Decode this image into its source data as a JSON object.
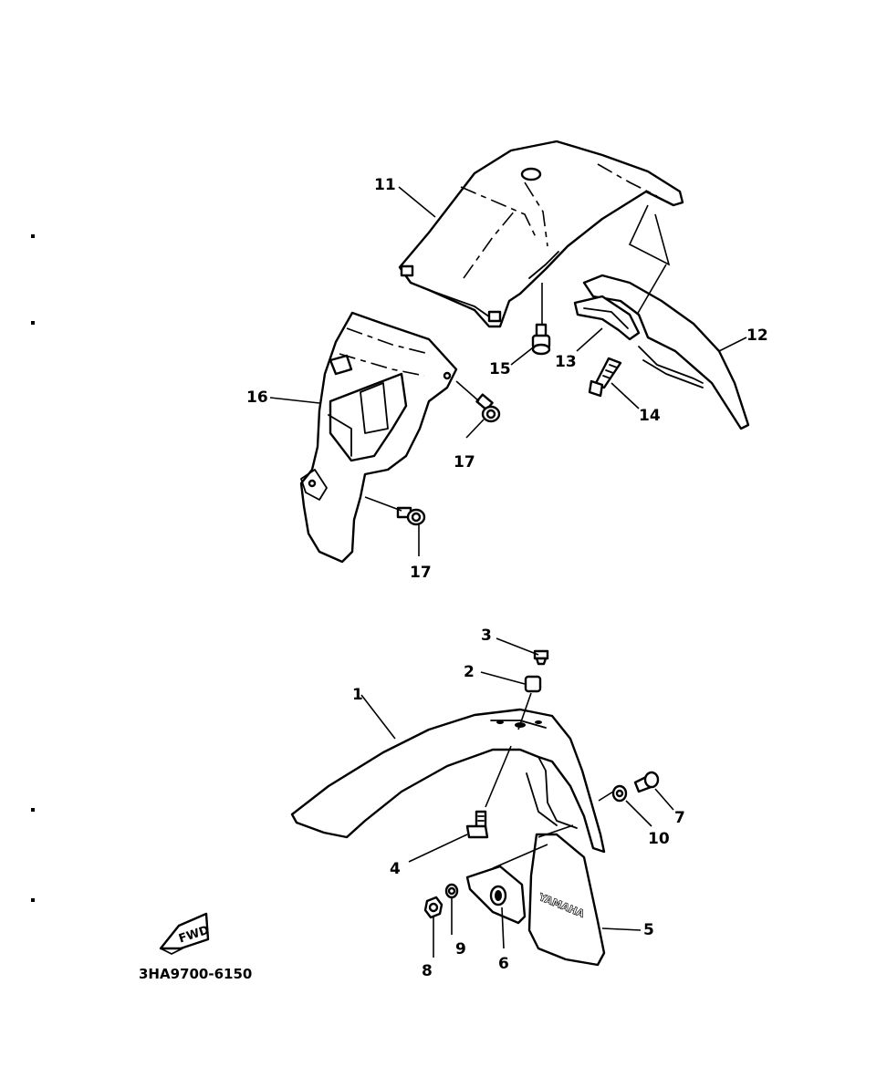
{
  "diagram_code": "3HA9700-6150",
  "fwd_label": "FWD",
  "mud_flap_print": "YAMAHA",
  "callouts": {
    "c1": "1",
    "c2": "2",
    "c3": "3",
    "c4": "4",
    "c5": "5",
    "c6": "6",
    "c7": "7",
    "c8": "8",
    "c9": "9",
    "c10": "10",
    "c11": "11",
    "c12": "12",
    "c13": "13",
    "c14": "14",
    "c15": "15",
    "c16": "16",
    "c17a": "17",
    "c17b": "17"
  }
}
